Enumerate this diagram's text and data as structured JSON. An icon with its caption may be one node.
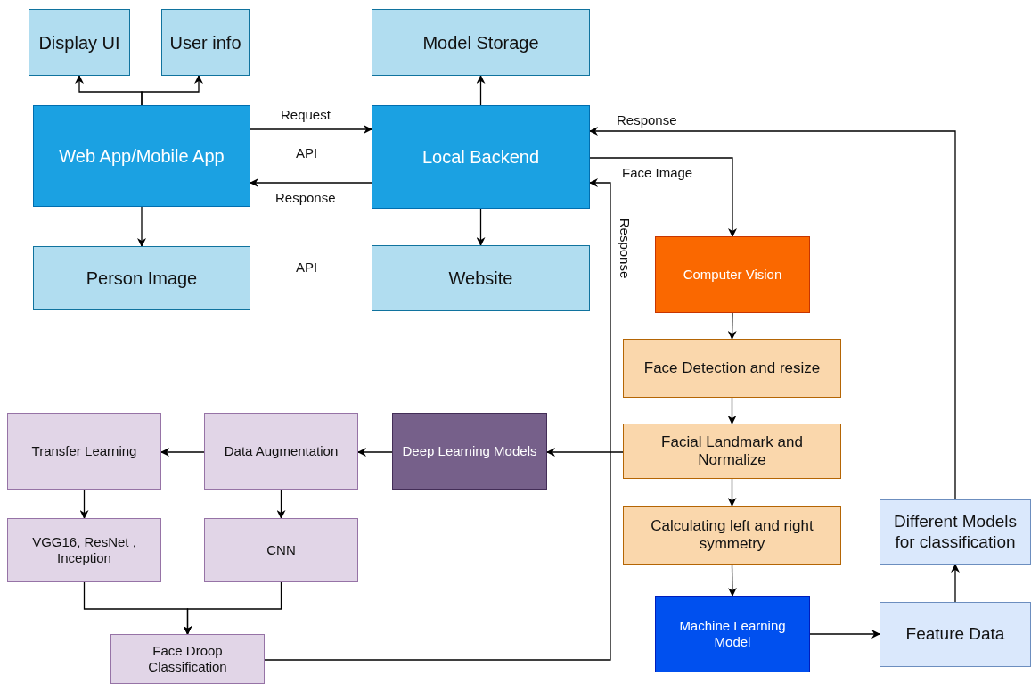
{
  "diagram": {
    "nodes": [
      {
        "text": [
          "Display UI"
        ]
      },
      {
        "text": [
          "User info"
        ]
      },
      {
        "text": [
          "Model Storage"
        ]
      },
      {
        "text": [
          "Web App/Mobile App"
        ]
      },
      {
        "text": [
          "Local Backend"
        ]
      },
      {
        "text": [
          "Person Image"
        ]
      },
      {
        "text": [
          "Website"
        ]
      },
      {
        "text": [
          "Computer Vision"
        ]
      },
      {
        "text": [
          "Face Detection and resize"
        ]
      },
      {
        "text": [
          "Transfer Learning"
        ]
      },
      {
        "text": [
          "Data Augmentation"
        ]
      },
      {
        "text": [
          "Deep Learning Models"
        ]
      },
      {
        "text": [
          "Facial Landmark and Normalize"
        ]
      },
      {
        "text": [
          "VGG16, ResNet , Inception"
        ]
      },
      {
        "text": [
          "CNN"
        ]
      },
      {
        "text": [
          "Different Models for classification"
        ]
      },
      {
        "text": [
          "Calculating left and right symmetry"
        ]
      },
      {
        "text": [
          "Machine Learning Model"
        ]
      },
      {
        "text": [
          "Feature Data"
        ]
      },
      {
        "text": [
          "Face Droop Classification"
        ]
      }
    ],
    "edges": [
      {
        "from": 3,
        "to": 0,
        "arrow": "to"
      },
      {
        "from": 3,
        "to": 1,
        "arrow": "to"
      },
      {
        "from": 4,
        "to": 2,
        "arrow": "to"
      },
      {
        "from": 3,
        "to": 4,
        "arrow": "to",
        "label": "Request"
      },
      {
        "from": 4,
        "to": 3,
        "arrow": "to",
        "label": "Response"
      },
      {
        "from": 3,
        "to": 5,
        "arrow": "to"
      },
      {
        "from": 4,
        "to": 6,
        "arrow": "to"
      },
      {
        "from": 4,
        "to": 7,
        "arrow": "to",
        "label": "Face Image"
      },
      {
        "from": 7,
        "to": 8,
        "arrow": "to"
      },
      {
        "from": 8,
        "to": 12,
        "arrow": "to"
      },
      {
        "from": 12,
        "to": 16,
        "arrow": "to"
      },
      {
        "from": 16,
        "to": 17,
        "arrow": "to"
      },
      {
        "from": 17,
        "to": 18,
        "arrow": "to"
      },
      {
        "from": 18,
        "to": 15,
        "arrow": "to"
      },
      {
        "from": 15,
        "to": 4,
        "arrow": "to",
        "label": "Response"
      },
      {
        "from": 12,
        "to": 11,
        "arrow": "to"
      },
      {
        "from": 11,
        "to": 10,
        "arrow": "to"
      },
      {
        "from": 10,
        "to": 9,
        "arrow": "to"
      },
      {
        "from": 9,
        "to": 13,
        "arrow": "to"
      },
      {
        "from": 10,
        "to": 14,
        "arrow": "to"
      },
      {
        "from": 13,
        "to": 19,
        "arrow": "to"
      },
      {
        "from": 14,
        "to": 19,
        "arrow": "to"
      },
      {
        "from": 19,
        "to": 4,
        "arrow": "to",
        "label": "Response"
      }
    ],
    "labels": [
      "API",
      "API"
    ]
  }
}
